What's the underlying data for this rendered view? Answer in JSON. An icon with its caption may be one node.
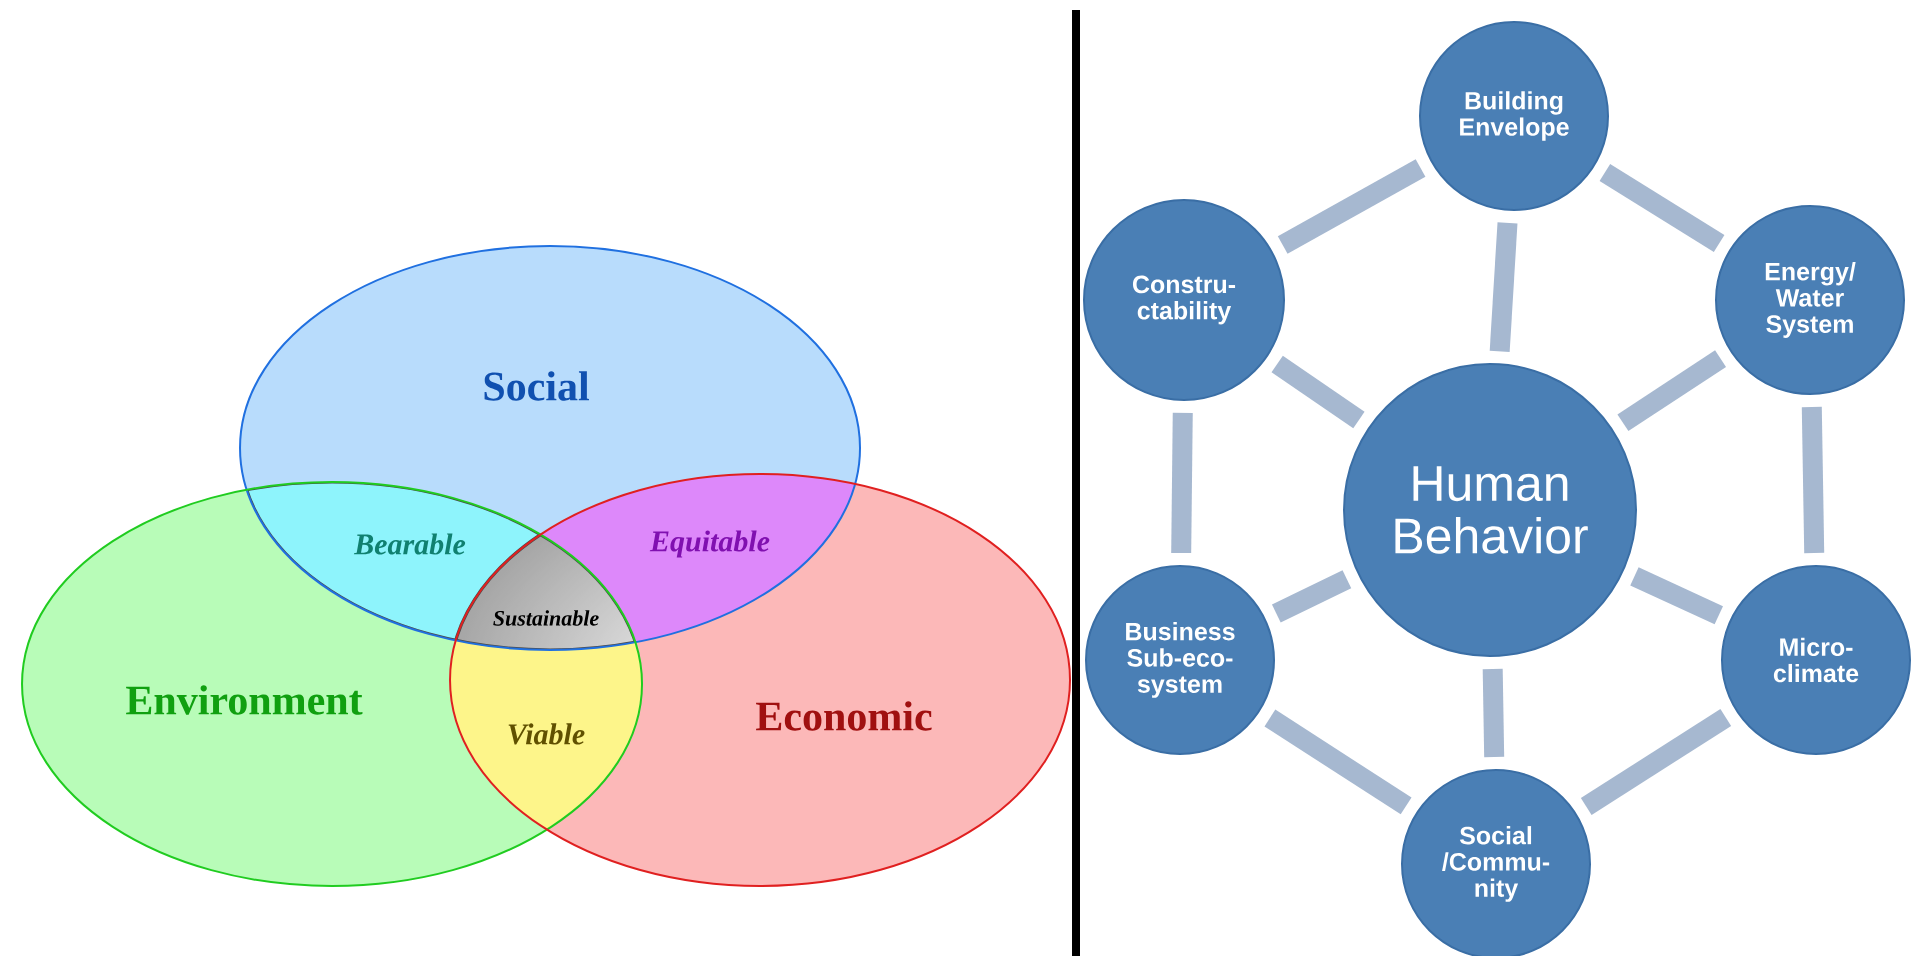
{
  "diagram": {
    "nodes": [
      {
        "text": [
          "Social"
        ]
      },
      {
        "text": [
          "Environment"
        ]
      },
      {
        "text": [
          "Economic"
        ]
      },
      {
        "text": [
          "Building Envelope"
        ]
      },
      {
        "text": [
          "Constru- ctability"
        ]
      },
      {
        "text": [
          "Energy/ Water System"
        ]
      },
      {
        "text": [
          "Human Behavior"
        ]
      },
      {
        "text": [
          "Business Sub-eco- system"
        ]
      },
      {
        "text": [
          "Micro- climate"
        ]
      },
      {
        "text": [
          "Social /Commu- nity"
        ]
      }
    ],
    "edges": [
      {
        "from": 6,
        "to": 3,
        "arrow": "none"
      },
      {
        "from": 6,
        "to": 4,
        "arrow": "none"
      },
      {
        "from": 6,
        "to": 5,
        "arrow": "none"
      },
      {
        "from": 6,
        "to": 7,
        "arrow": "none"
      },
      {
        "from": 6,
        "to": 8,
        "arrow": "none"
      },
      {
        "from": 6,
        "to": 9,
        "arrow": "none"
      },
      {
        "from": 3,
        "to": 5,
        "arrow": "none"
      },
      {
        "from": 5,
        "to": 8,
        "arrow": "none"
      },
      {
        "from": 8,
        "to": 9,
        "arrow": "none"
      },
      {
        "from": 9,
        "to": 7,
        "arrow": "none"
      },
      {
        "from": 7,
        "to": 4,
        "arrow": "none"
      },
      {
        "from": 4,
        "to": 3,
        "arrow": "none"
      }
    ],
    "labels": [
      "Bearable",
      "Equitable",
      "Sustainable",
      "Viable"
    ]
  }
}
